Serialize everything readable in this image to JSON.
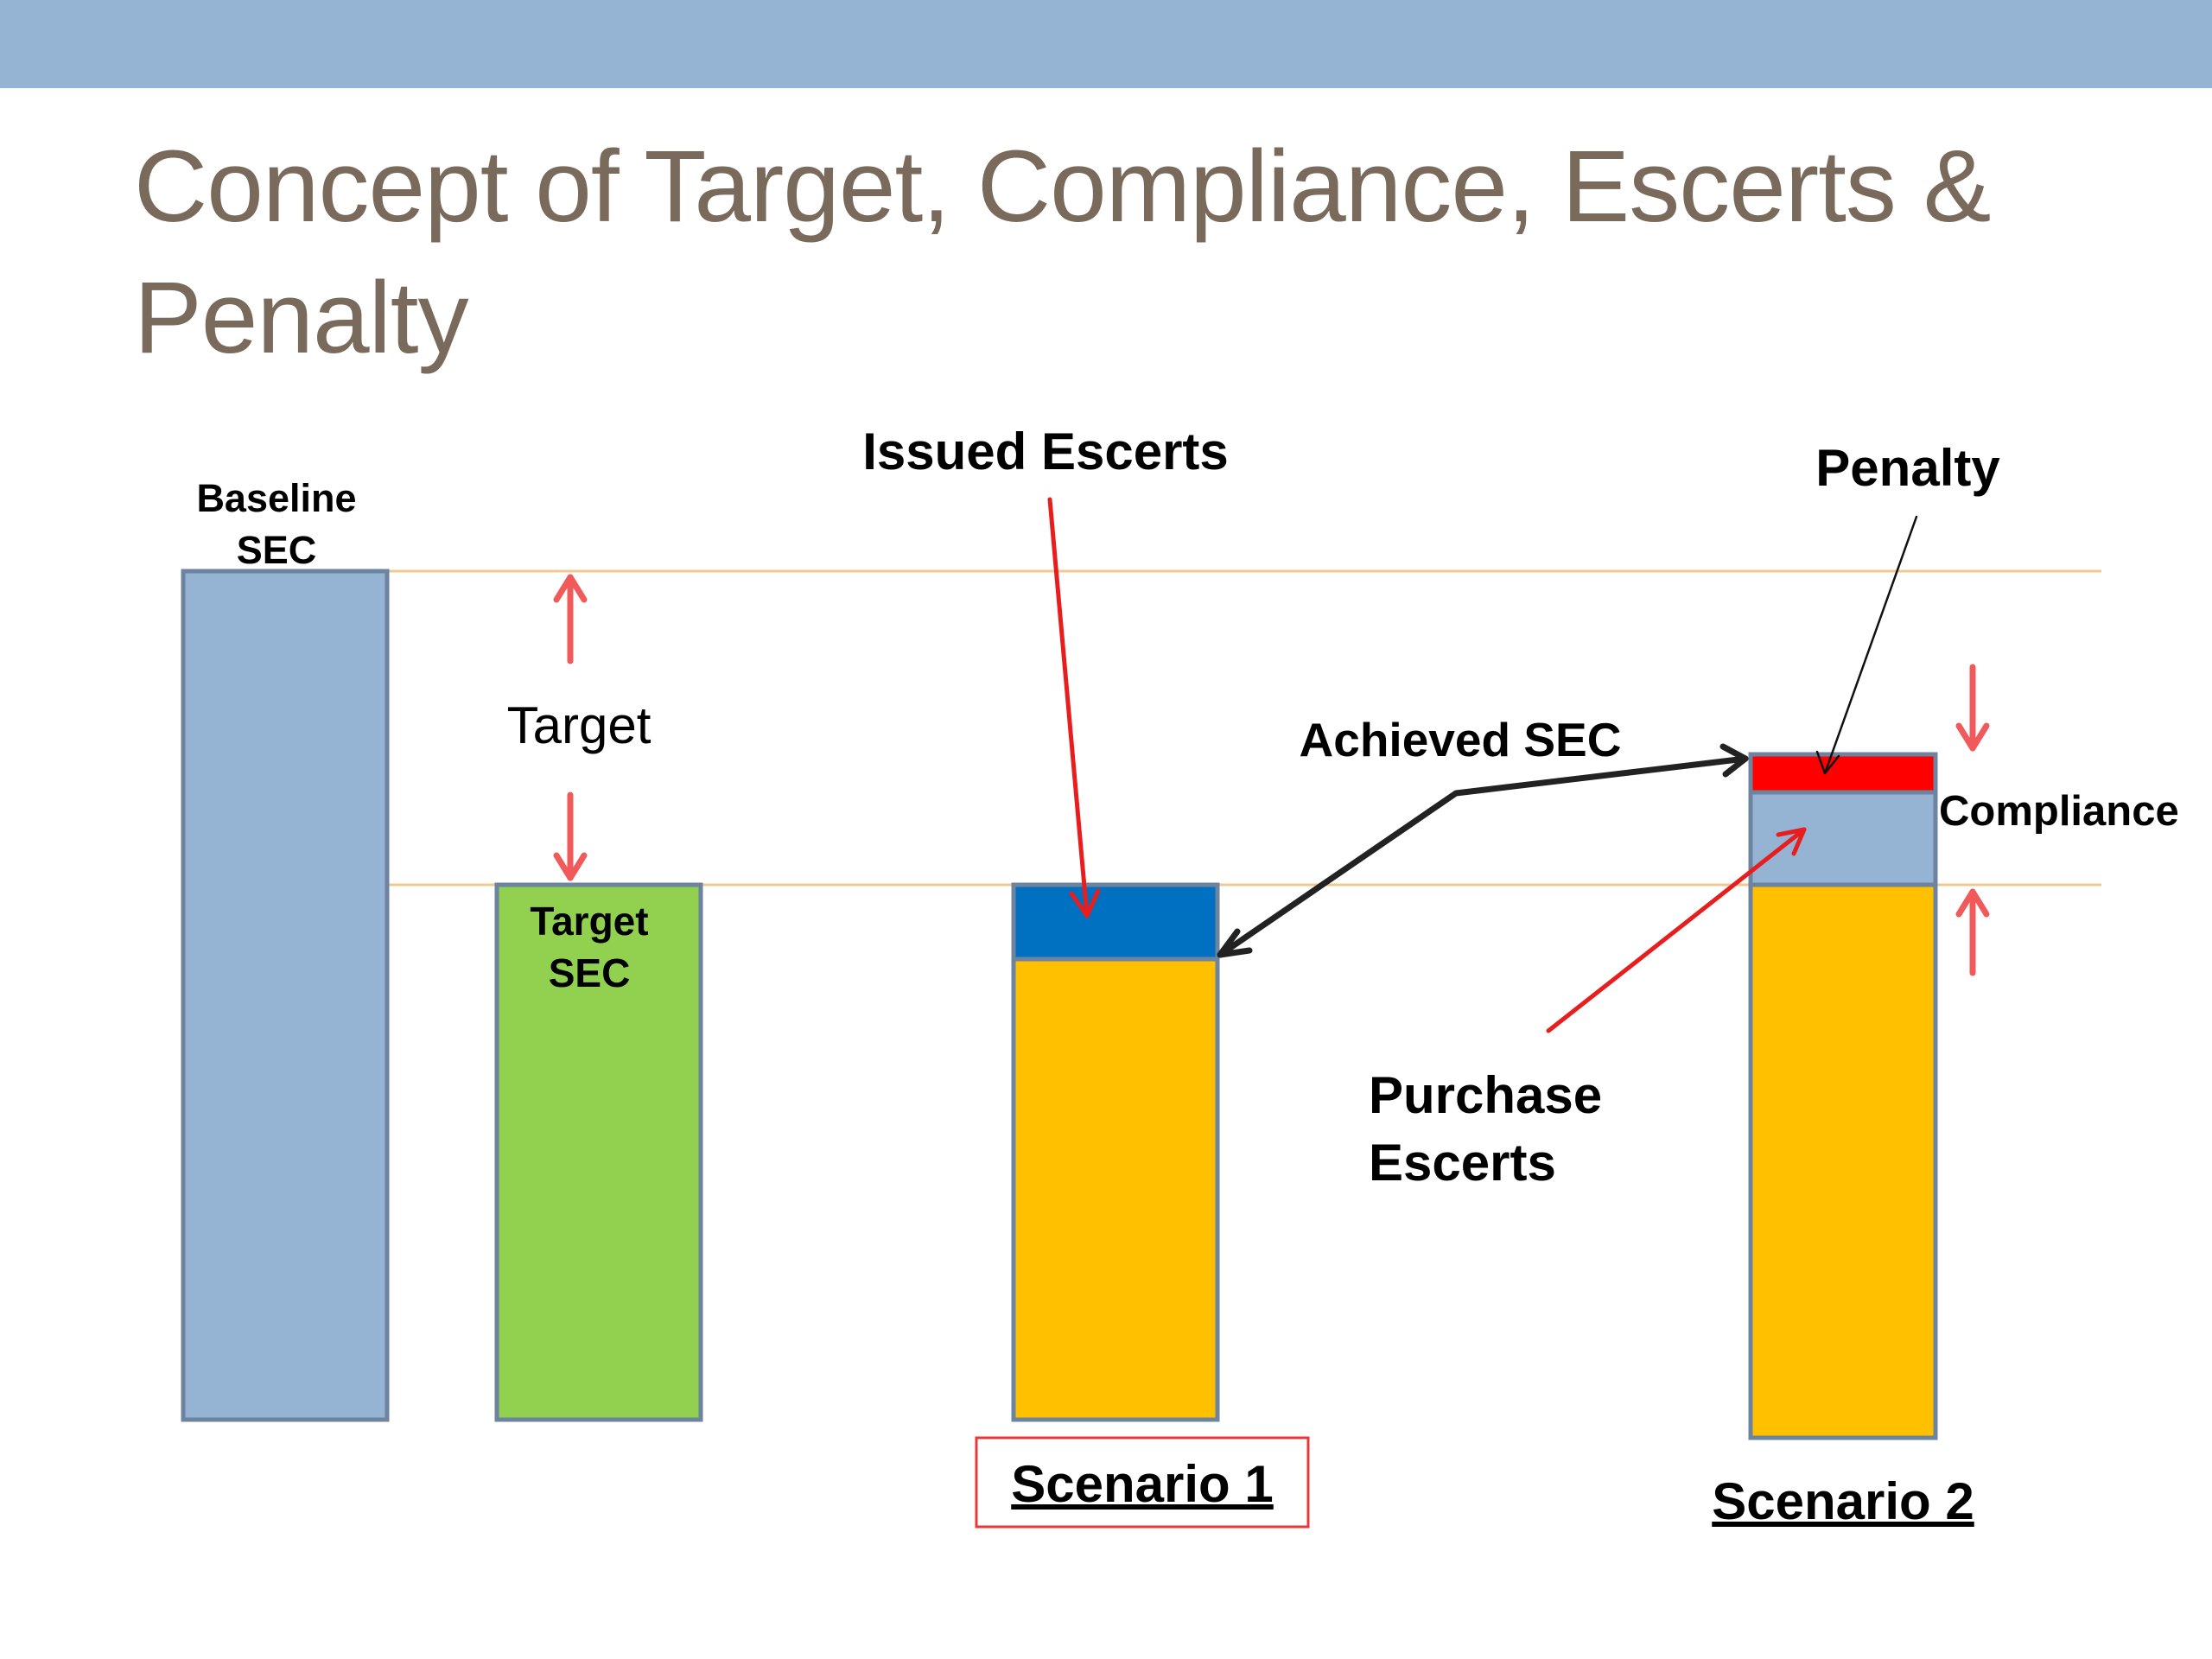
{
  "title": "Concept of Target, Compliance, Escerts & Penalty",
  "labels": {
    "baseline_line1": "Baseline",
    "baseline_line2": "SEC",
    "target": "Target",
    "target_sec_line1": "Target",
    "target_sec_line2": "SEC",
    "issued_escerts": "Issued Escerts",
    "penalty": "Penalty",
    "achieved_sec": "Achieved SEC",
    "compliance": "Compliance",
    "purchase_line1": "Purchase",
    "purchase_line2": "Escerts",
    "scenario1": "Scenario 1",
    "scenario2": "Scenario 2"
  },
  "colors": {
    "topbar": "#95b3d3",
    "title": "#7a6a5c",
    "baseline_bar": "#95b3d3",
    "target_bar": "#92d050",
    "achieved_bar": "#ffc000",
    "issued_escerts": "#0070c0",
    "purchase_escerts": "#95b3d3",
    "penalty": "#ff0000",
    "bar_border": "#6c84a0",
    "guide_line": "#f0c890",
    "red_arrow": "#f15a5a",
    "black_arrow": "#222222",
    "scenario1_box": "#e83838"
  }
}
